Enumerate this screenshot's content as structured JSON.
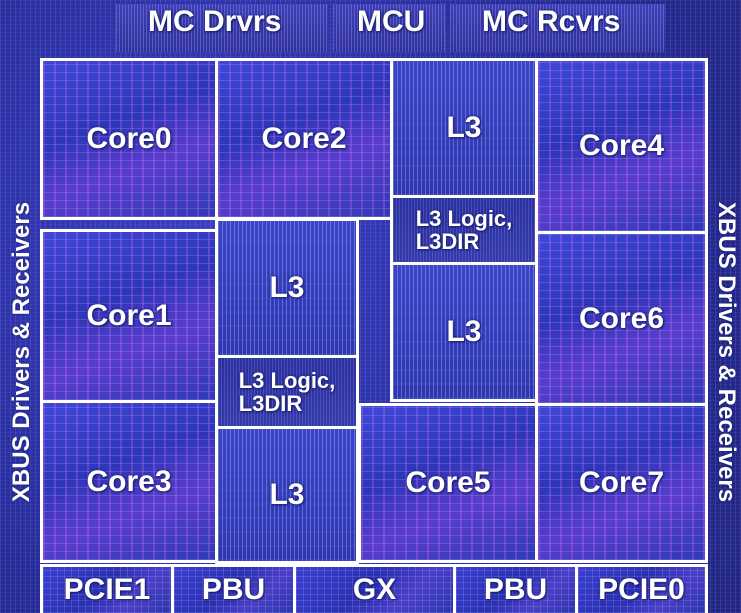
{
  "top": {
    "mc_drivers": "MC Drvrs",
    "mcu": "MCU",
    "mc_receivers": "MC Rcvrs"
  },
  "sides": {
    "left": "XBUS Drivers & Receivers",
    "right": "XBUS Drivers & Receivers"
  },
  "cores": {
    "core0": "Core0",
    "core1": "Core1",
    "core2": "Core2",
    "core3": "Core3",
    "core4": "Core4",
    "core5": "Core5",
    "core6": "Core6",
    "core7": "Core7"
  },
  "caches": {
    "l3_top": "L3",
    "l3_mid_left": "L3",
    "l3_mid_right": "L3",
    "l3_bottom": "L3",
    "logic_top": "L3 Logic,\nL3DIR",
    "logic_left": "L3 Logic,\nL3DIR"
  },
  "bottom": {
    "pcie1": "PCIE1",
    "pbu_left": "PBU",
    "gx": "GX",
    "pbu_right": "PBU",
    "pcie0": "PCIE0"
  }
}
